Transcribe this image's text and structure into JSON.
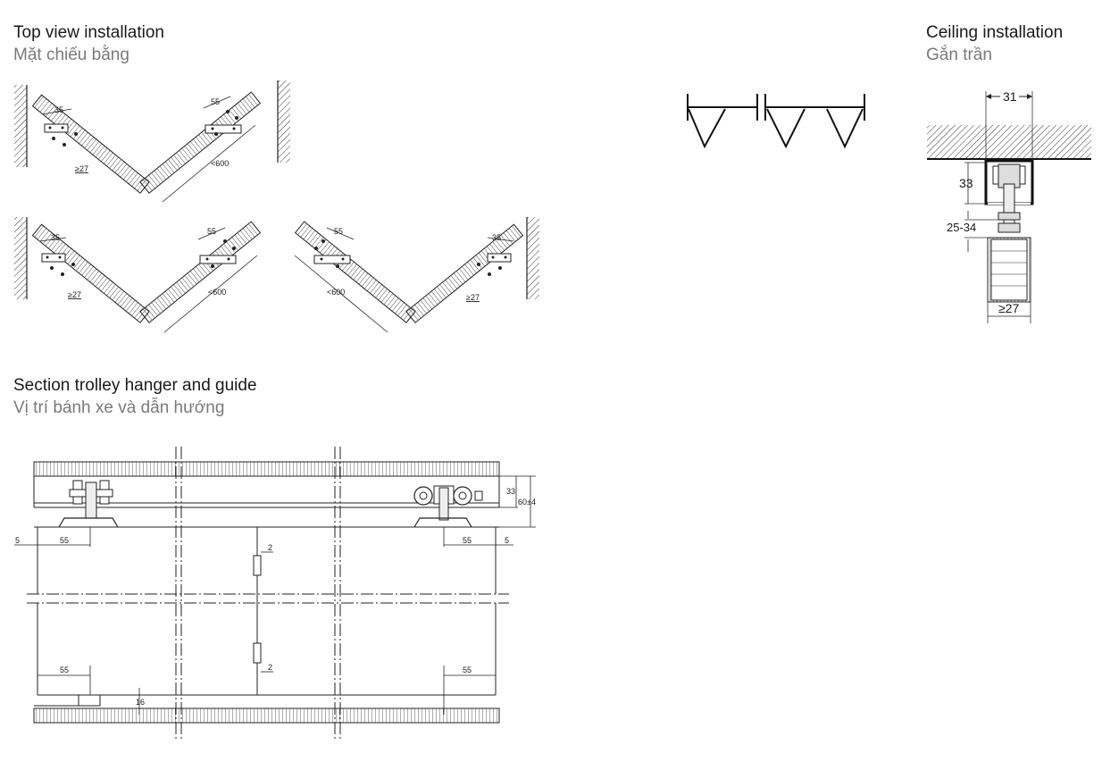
{
  "sections": {
    "top_view": {
      "title": "Top view installation",
      "subtitle": "Mặt chiếu bằng"
    },
    "ceiling": {
      "title": "Ceiling installation",
      "subtitle": "Gắn trần"
    },
    "section": {
      "title": "Section trolley hanger and guide",
      "subtitle": "Vị trí bánh xe và dẫn hướng"
    }
  },
  "top_view_dims": {
    "pivot_offset": "35",
    "bracket_offset": "55",
    "panel_thickness": "≥27",
    "panel_width": "<600"
  },
  "ceiling_dims": {
    "track_width": "31",
    "track_height": "33",
    "gap_range": "25-34",
    "panel_thickness": "≥27"
  },
  "section_dims": {
    "track_height": "33",
    "total_height": "60±4",
    "edge_gap": "5",
    "trolley_offset": "55",
    "hinge_gap": "2",
    "bottom_guide_height": "16"
  }
}
